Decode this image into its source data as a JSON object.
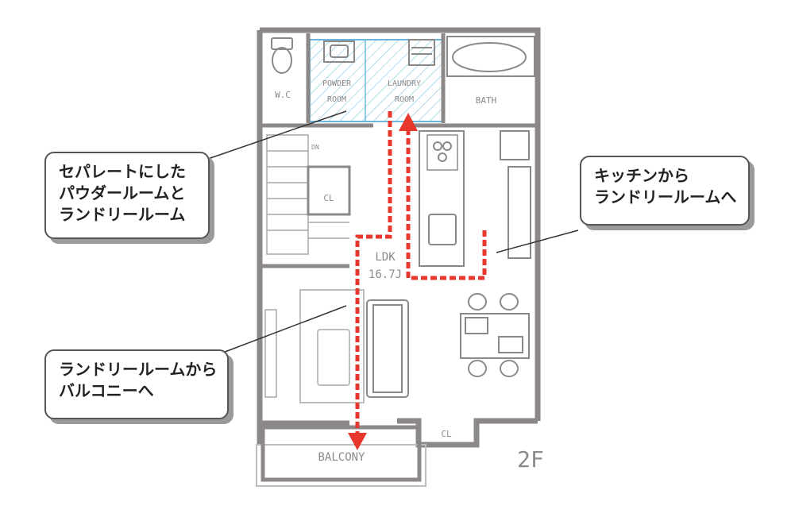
{
  "rooms": {
    "wc": "W.C",
    "powder_room": [
      "POWDER",
      "ROOM"
    ],
    "laundry_room": [
      "LAUNDRY",
      "ROOM"
    ],
    "bath": "BATH",
    "ldk": [
      "LDK",
      "16.7J"
    ],
    "closet_stairs": "CL",
    "closet_balcony": "CL",
    "balcony": "BALCONY",
    "stair_dn": "DN",
    "floor": "2F"
  },
  "callouts": {
    "powder_laundry": [
      "セパレートにした",
      "パウダールームと",
      "ランドリールーム"
    ],
    "kitchen_to_laundry": [
      "キッチンから",
      "ランドリールームへ"
    ],
    "laundry_to_balcony": [
      "ランドリールームから",
      "バルコニーへ"
    ]
  },
  "colors": {
    "wall": "#8c8888",
    "highlight": "#6ab8de",
    "route_arrow": "#e8372c",
    "callout_border": "#555555",
    "callout_shadow": "#9a9a9a"
  }
}
